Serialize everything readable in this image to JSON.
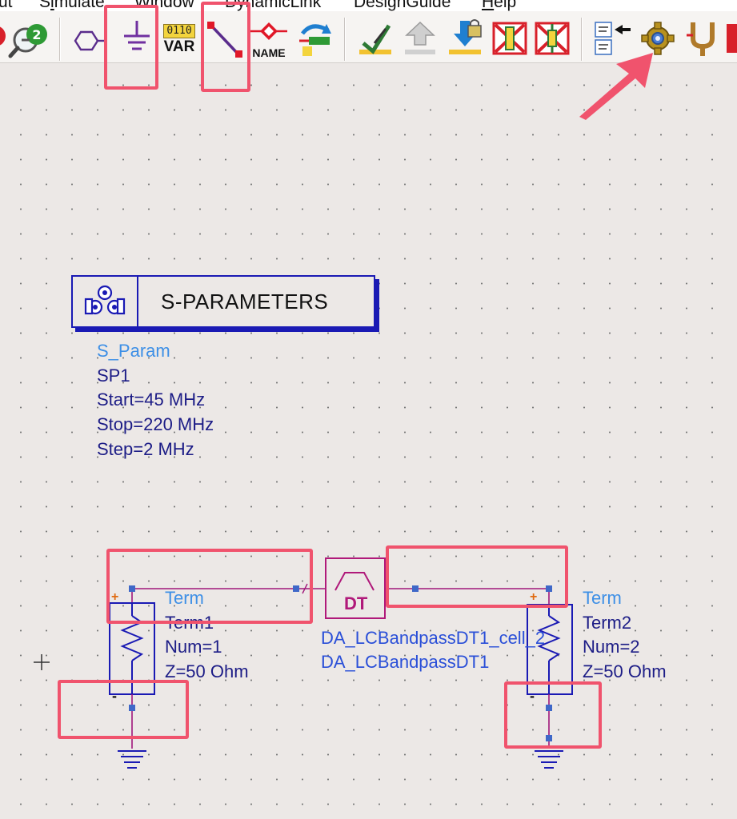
{
  "menu": [
    {
      "pre": "",
      "u": "",
      "post": "ut"
    },
    {
      "pre": "S",
      "u": "i",
      "post": "mulate"
    },
    {
      "pre": "",
      "u": "",
      "post": "Window"
    },
    {
      "pre": "",
      "u": "",
      "post": "DynamicLink"
    },
    {
      "pre": "",
      "u": "",
      "post": "DesignGuide"
    },
    {
      "pre": "",
      "u": "H",
      "post": "elp"
    }
  ],
  "toolbar": {
    "var_top": "0110",
    "var_label": "VAR",
    "name_label": "NAME"
  },
  "schematic": {
    "sp_title": "S-PARAMETERS",
    "sp_type": "S_Param",
    "sp_name": "SP1",
    "sp_start": "Start=45 MHz",
    "sp_stop": "Stop=220 MHz",
    "sp_step": "Step=2 MHz",
    "term1_type": "Term",
    "term1_name": "Term1",
    "term1_num": "Num=1",
    "term1_z": "Z=50 Ohm",
    "term2_type": "Term",
    "term2_name": "Term2",
    "term2_num": "Num=2",
    "term2_z": "Z=50 Ohm",
    "dt_label": "DT",
    "dt_inst": "DA_LCBandpassDT1_cell_2",
    "dt_name": "DA_LCBandpassDT1",
    "plus": "+",
    "minus": "-"
  },
  "colors": {
    "highlight": "#f0536d",
    "wire": "#a0177a",
    "component": "#1a1ab4",
    "label_light": "#3d8fe6",
    "label_dark": "#1c1c86"
  }
}
